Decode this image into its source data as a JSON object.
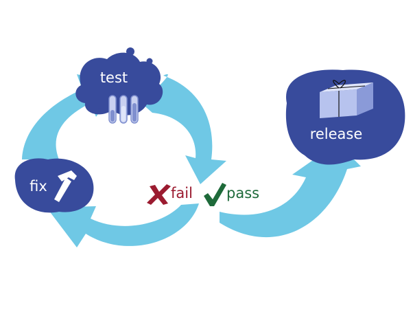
{
  "nodes": {
    "test": {
      "label": "test",
      "icon": "test-tubes-icon"
    },
    "fix": {
      "label": "fix",
      "icon": "hammer-icon"
    },
    "release": {
      "label": "release",
      "icon": "gift-box-icon"
    }
  },
  "results": {
    "fail": {
      "label": "fail",
      "icon": "x-mark-icon",
      "color": "#9b1b30"
    },
    "pass": {
      "label": "pass",
      "icon": "check-mark-icon",
      "color": "#1e6a3a"
    }
  },
  "colors": {
    "node": "#384b9c",
    "arrow": "#6fc8e5",
    "tube_light": "#c8d0f0",
    "tube_dark": "#7f8fcf",
    "box_front": "#b7c3ee",
    "box_side": "#8a9ad8",
    "box_top": "#dfe5fa"
  }
}
